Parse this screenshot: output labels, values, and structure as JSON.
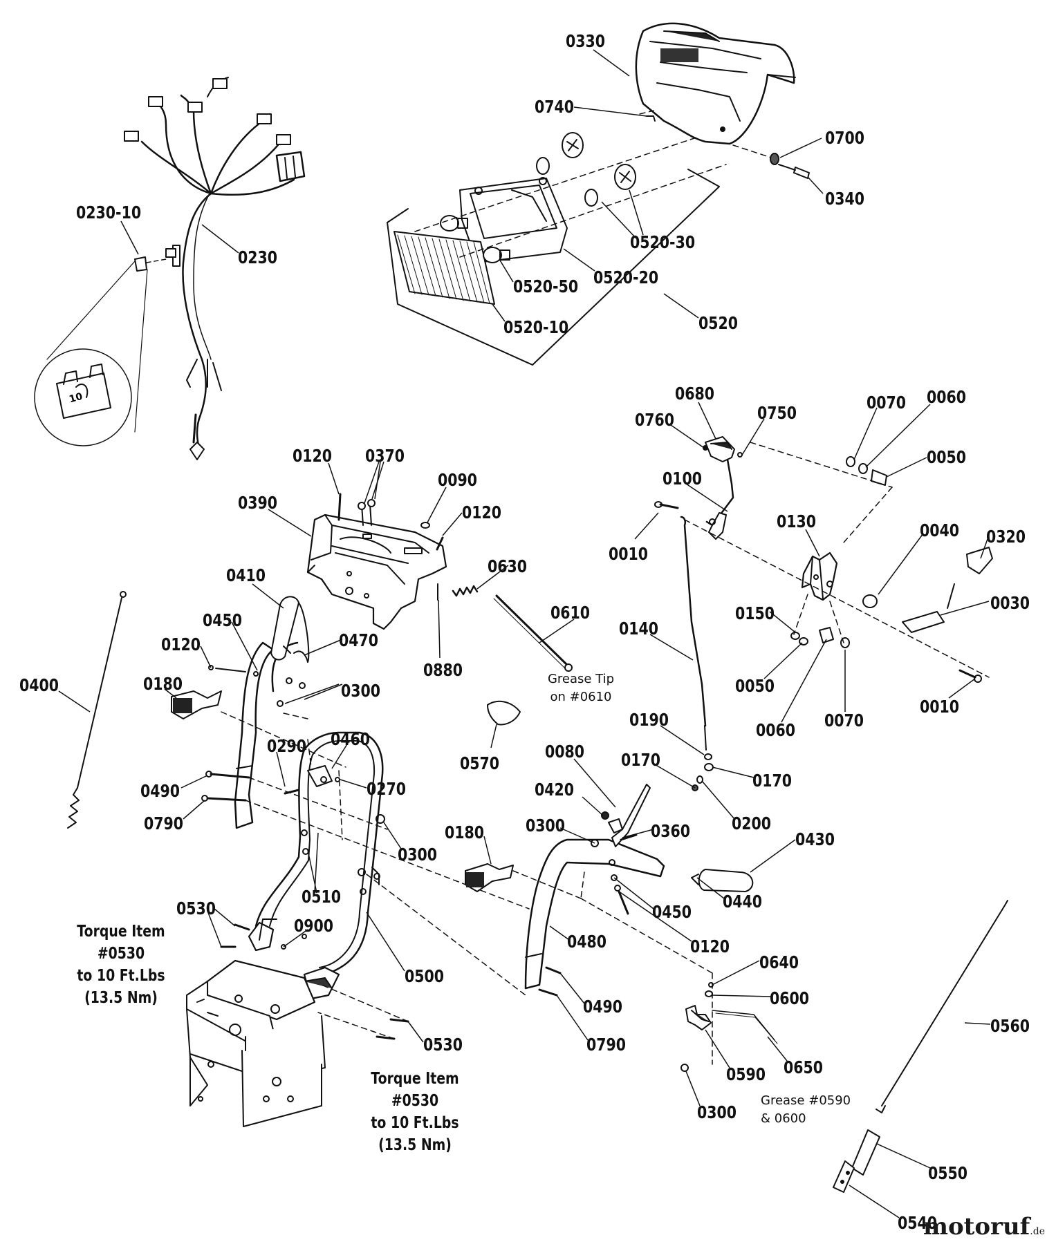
{
  "labels": {
    "p0330": "0330",
    "p0740": "0740",
    "p0700": "0700",
    "p0340": "0340",
    "p0520_30": "0520-30",
    "p0520_20": "0520-20",
    "p0520_50": "0520-50",
    "p0520_10": "0520-10",
    "p0520": "0520",
    "p0230_10": "0230-10",
    "p0230": "0230",
    "p0680": "0680",
    "p0760": "0760",
    "p0750": "0750",
    "p0070a": "0070",
    "p0060a": "0060",
    "p0050a": "0050",
    "p0100": "0100",
    "p0010a": "0010",
    "p0130": "0130",
    "p0040": "0040",
    "p0320": "0320",
    "p0030": "0030",
    "p0150": "0150",
    "p0050b": "0050",
    "p0060b": "0060",
    "p0070b": "0070",
    "p0010b": "0010",
    "p0140": "0140",
    "p0120a": "0120",
    "p0370": "0370",
    "p0090": "0090",
    "p0120b": "0120",
    "p0390": "0390",
    "p0630": "0630",
    "p0610": "0610",
    "p0880": "0880",
    "p0410": "0410",
    "p0450a": "0450",
    "p0470": "0470",
    "p0120c": "0120",
    "p0300a": "0300",
    "p0180a": "0180",
    "p0400": "0400",
    "p0570": "0570",
    "p0190": "0190",
    "p0170a": "0170",
    "p0170b": "0170",
    "p0200": "0200",
    "p0080": "0080",
    "p0420": "0420",
    "p0290": "0290",
    "p0460": "0460",
    "p0270": "0270",
    "p0490a": "0490",
    "p0790a": "0790",
    "p0300b": "0300",
    "p0180b": "0180",
    "p0300c": "0300",
    "p0360": "0360",
    "p0430": "0430",
    "p0440": "0440",
    "p0450b": "0450",
    "p0120d": "0120",
    "p0510": "0510",
    "p0530a": "0530",
    "p0900": "0900",
    "p0500": "0500",
    "p0480": "0480",
    "p0490b": "0490",
    "p0790b": "0790",
    "p0530b": "0530",
    "p0640": "0640",
    "p0600": "0600",
    "p0650": "0650",
    "p0590": "0590",
    "p0300d": "0300",
    "p0560": "0560",
    "p0550": "0550",
    "p0540": "0540"
  },
  "notes": {
    "grease_tip": "Grease Tip\non #0610",
    "torque1": "Torque Item #0530\nto 10 Ft.Lbs\n(13.5 Nm)",
    "torque2": "Torque Item #0530\nto 10 Ft.Lbs\n(13.5 Nm)",
    "grease_0590": "Grease #0590\n& 0600"
  },
  "watermark": {
    "main": "motoruf",
    "suffix": ".de"
  },
  "fuse_value": "10",
  "colors": {
    "ink": "#111111",
    "background": "#ffffff",
    "watermark_dot": "#e06a00"
  }
}
